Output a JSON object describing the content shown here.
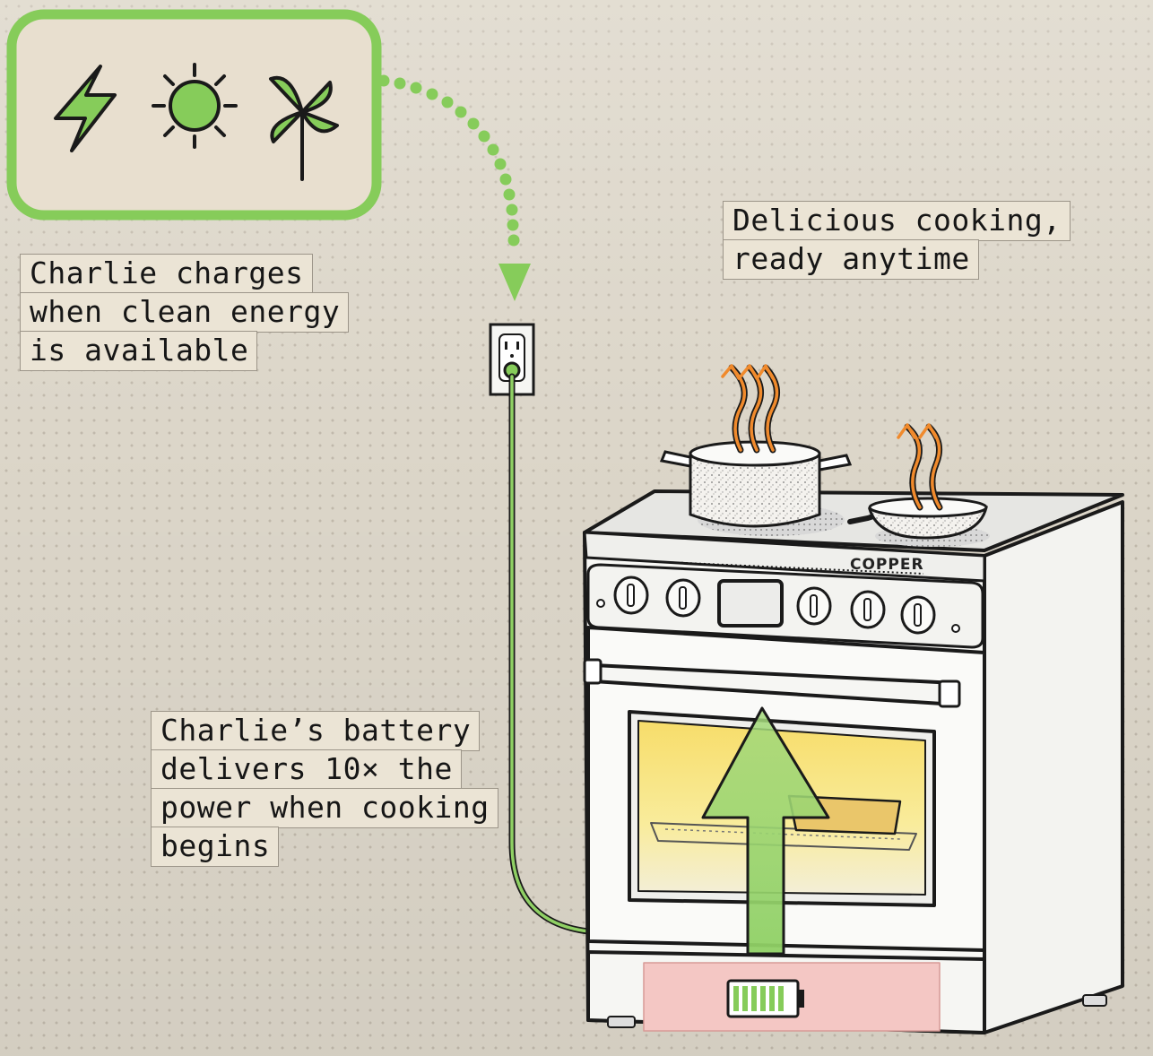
{
  "colors": {
    "background": "#dcd6c9",
    "accent_green": "#86cc5a",
    "energy_box_fill": "#e8dfcf",
    "steam_orange": "#f08a2c",
    "battery_panel_pink": "#f4c7c4",
    "oven_glow_yellow": "#f8e27c",
    "outline": "#1a1a1a"
  },
  "energy_sources": {
    "icons": [
      "lightning-icon",
      "sun-icon",
      "pinwheel-icon"
    ]
  },
  "labels": {
    "charging": [
      "Charlie charges",
      "when clean energy",
      "is available"
    ],
    "cooking": [
      "Delicious cooking,",
      "ready anytime"
    ],
    "battery": [
      "Charlie’s battery",
      "delivers 10× the",
      "power when cooking",
      "begins"
    ]
  },
  "stove": {
    "brand": "COPPER"
  }
}
